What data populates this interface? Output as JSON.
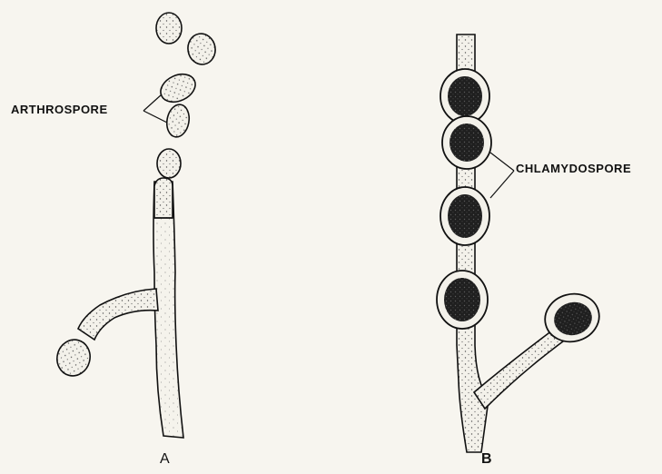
{
  "labels": {
    "arthrospore": "ARTHROSPORE",
    "chlamydospore": "CHLAMYDOSPORE",
    "panel_a": "A",
    "panel_b": "B"
  },
  "colors": {
    "paper": "#f7f5ef",
    "ink": "#111111",
    "hypha_fill": "#f3f1ea",
    "spore_dark": "#1f1f1f"
  }
}
